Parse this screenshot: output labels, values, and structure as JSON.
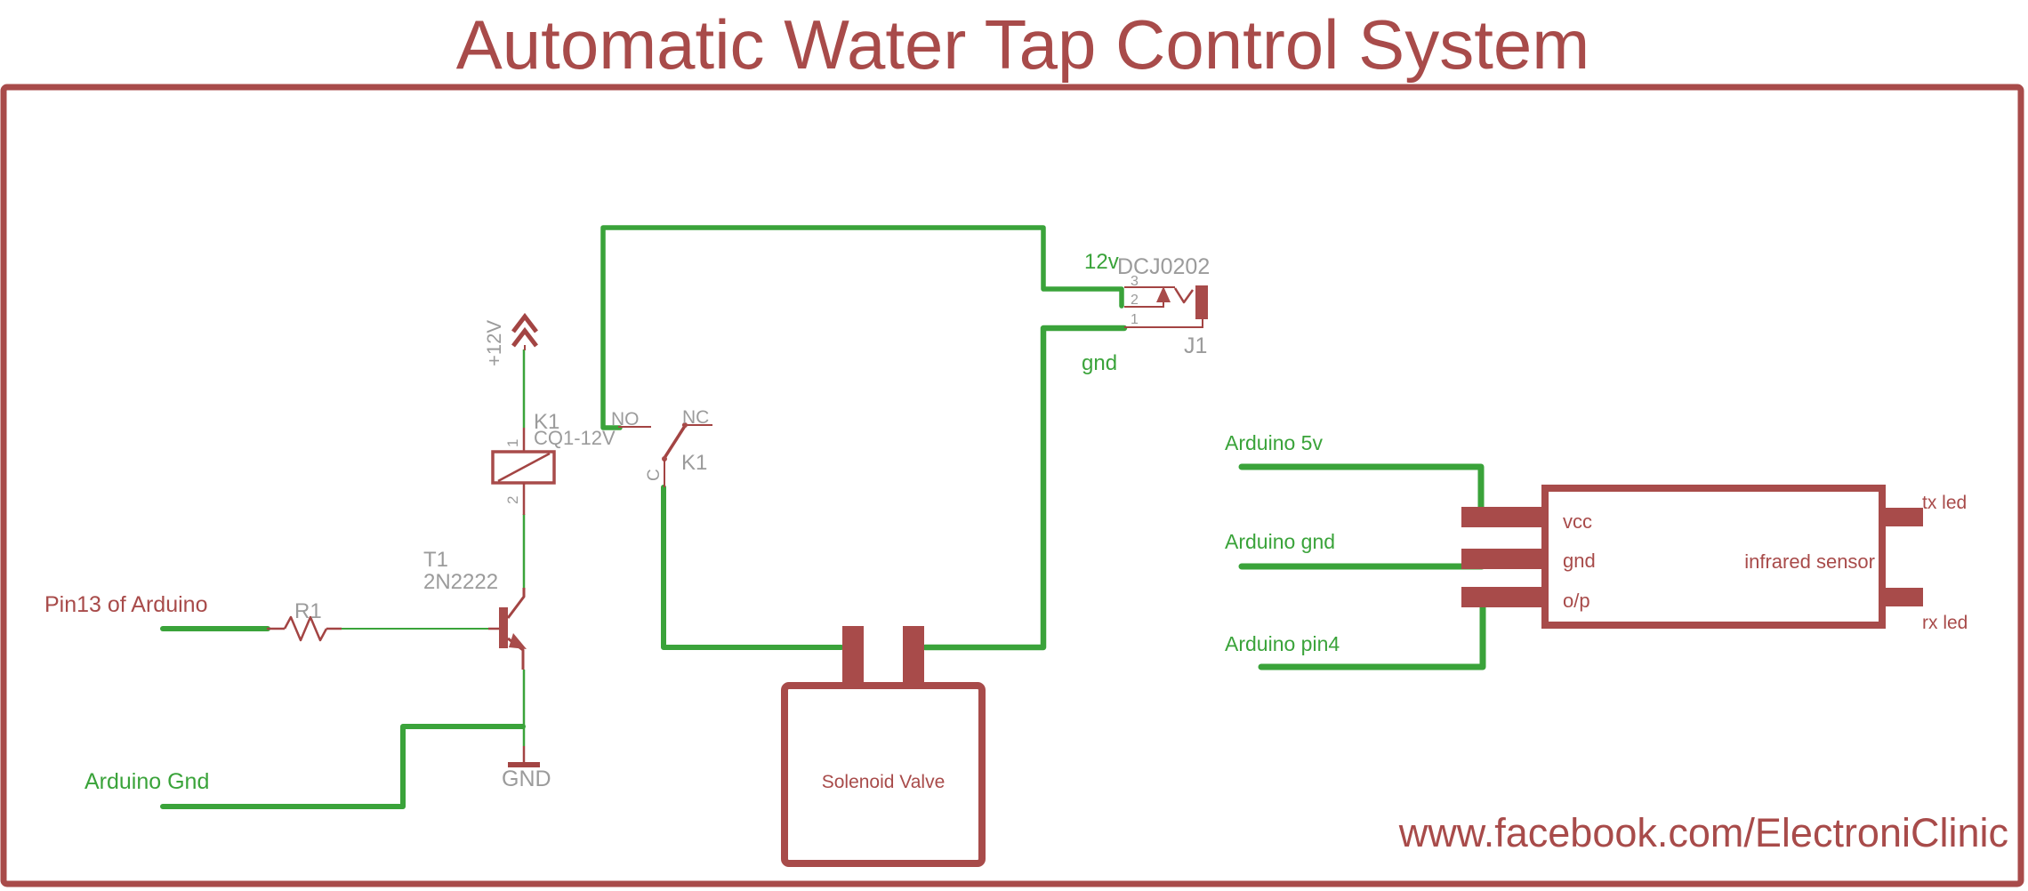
{
  "colors": {
    "brick": "#a84b4a",
    "wire_green": "#3aa33a",
    "thin_red": "#a34443",
    "label_gray": "#9b9b9b",
    "background": "#ffffff"
  },
  "title": "Automatic Water Tap Control System",
  "watermark": "www.facebook.com/ElectroniClinic",
  "input_stage": {
    "pin13_label": "Pin13 of Arduino",
    "gnd_label": "Arduino Gnd",
    "resistor_ref": "R1",
    "transistor_ref": "T1",
    "transistor_part": "2N2222",
    "ground_symbol": "GND"
  },
  "relay": {
    "supply_label": "+12V",
    "coil_ref": "K1",
    "coil_part": "CQ1-12V",
    "coil_pin1": "1",
    "coil_pin2": "2",
    "contact_no": "NO",
    "contact_nc": "NC",
    "contact_common": "C",
    "switch_ref": "K1"
  },
  "power_jack": {
    "positive_label": "12v",
    "negative_label": "gnd",
    "part": "DCJ0202",
    "ref": "J1",
    "pin3": "3",
    "pin2": "2",
    "pin1": "1"
  },
  "solenoid": {
    "label": "Solenoid Valve"
  },
  "ir_sensor": {
    "wire_5v": "Arduino 5v",
    "wire_gnd": "Arduino gnd",
    "wire_pin4": "Arduino pin4",
    "pin_vcc": "vcc",
    "pin_gnd": "gnd",
    "pin_out": "o/p",
    "name": "infrared sensor",
    "tx_label": "tx led",
    "rx_label": "rx led"
  }
}
